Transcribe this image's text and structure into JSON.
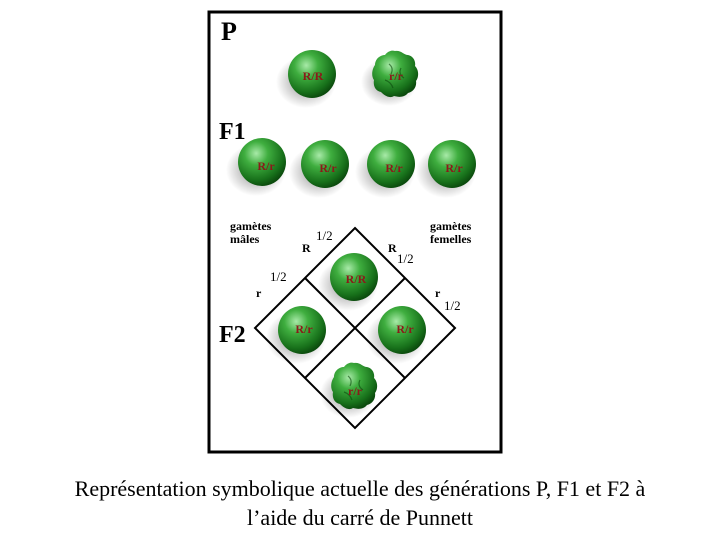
{
  "generations": {
    "p": "P",
    "f1": "F1",
    "f2": "F2"
  },
  "genotypes": {
    "p_dominant": "R/R",
    "p_recessive": "r/r",
    "f1": [
      "R/r",
      "R/r",
      "R/r",
      "R/r"
    ],
    "f2_top": "R/R",
    "f2_left": "R/r",
    "f2_right": "R/r",
    "f2_bottom": "r/r"
  },
  "gametes": {
    "male_label_line1": "gamètes",
    "male_label_line2": "mâles",
    "female_label_line1": "gamètes",
    "female_label_line2": "femelles",
    "male_R": "R",
    "male_r": "r",
    "female_R": "R",
    "female_r": "r",
    "male_R_freq": "1/2",
    "male_r_freq": "1/2",
    "female_R_freq": "1/2",
    "female_r_freq": "1/2"
  },
  "caption": {
    "line1": "Représentation symbolique actuelle des générations P, F1 et F2 à",
    "line2": "l’aide du carré de Punnett"
  },
  "colors": {
    "pea_light": "#7fd07f",
    "pea_mid": "#2f9a2f",
    "pea_dark": "#0c4a0c",
    "genotype_text": "#8b1a1a",
    "frame": "#000000"
  }
}
